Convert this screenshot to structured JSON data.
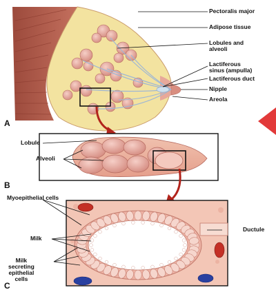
{
  "panels": {
    "a": "A",
    "b": "B",
    "c": "C"
  },
  "labels_a": {
    "pectoralis": "Pectoralis major",
    "adipose": "Adipose tissue",
    "lobules": "Lobules and\nalveoli",
    "sinus": "Lactiferous\nsinus (ampulla)",
    "duct": "Lactiferous duct",
    "nipple": "Nipple",
    "areola": "Areola"
  },
  "labels_b": {
    "lobule": "Lobule",
    "alveoli": "Alveoli"
  },
  "labels_c": {
    "myoepithelial": "Myoepithelial cells",
    "milk": "Milk",
    "secreting": "Milk\nsecreting\nepithelial\ncells",
    "ductule": "Ductule"
  },
  "colors": {
    "accent_triangle": "#e23a3a",
    "curved_arrow": "#b2241c",
    "muscle": "#b55a4a",
    "adipose": "#f3e3a0",
    "lobule": "#e2a49a",
    "milk_cavity": "#ffffff"
  }
}
